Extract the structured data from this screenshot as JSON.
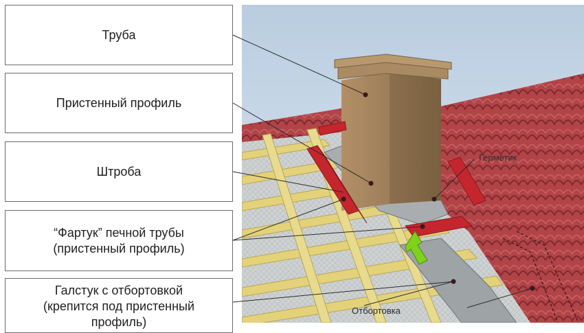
{
  "labels": [
    {
      "lines": [
        "Труба"
      ]
    },
    {
      "lines": [
        "Пристенный профиль"
      ]
    },
    {
      "lines": [
        "Штроба"
      ]
    },
    {
      "lines": [
        "“Фартук” печной трубы",
        "(пристенный профиль)"
      ]
    },
    {
      "lines": [
        "Галстук с отбортовкой",
        "(крепится под пристенный",
        "профиль)"
      ]
    }
  ],
  "callouts": {
    "sealant": "Герметик",
    "flanging": "Отбортовка"
  },
  "colors": {
    "sky": "#c5d6e6",
    "roof_tile": "#b5464a",
    "chimney": "#a8875f",
    "flashing": "#c5262e",
    "arrow": "#7fd11c",
    "batten": "#e7d87a"
  }
}
